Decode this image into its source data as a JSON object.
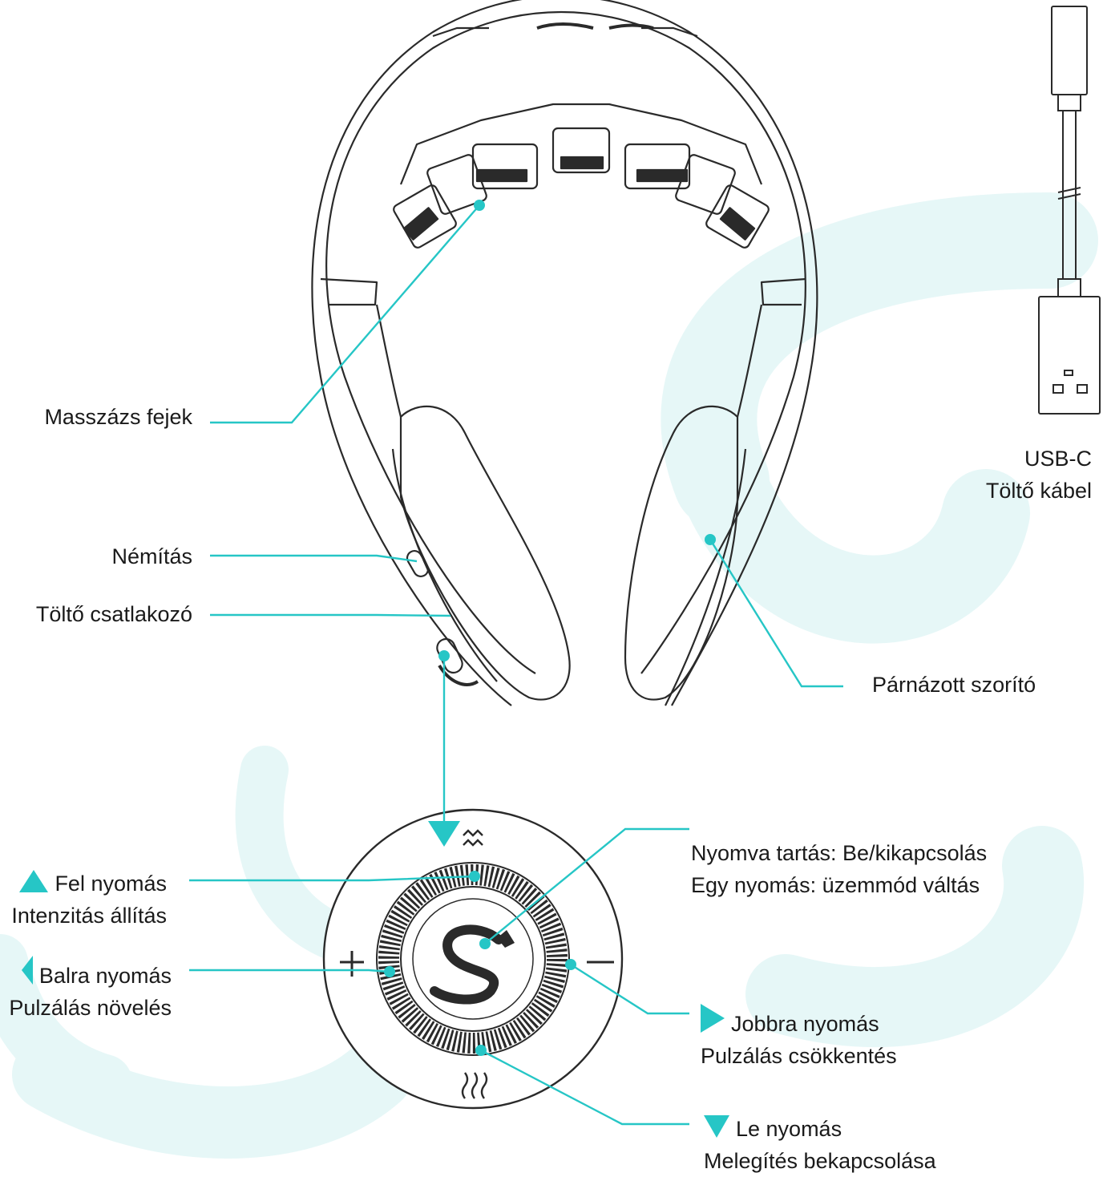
{
  "colors": {
    "accent": "#26c6c6",
    "line": "#2a2a2a",
    "watermark": "#e8f8f8"
  },
  "icons": [
    "pulse-mode-icon",
    "heat-icon",
    "plus-icon",
    "minus-icon",
    "swan-logo-icon",
    "usb-c-cable-icon"
  ],
  "labels": {
    "massage_heads": "Masszázs fejek",
    "mute": "Némítás",
    "charging_port": "Töltő csatlakozó",
    "cushioned_clamp": "Párnázott szorító",
    "cable_line1": "USB-C",
    "cable_line2": "Töltő kábel",
    "center_line1": "Nyomva tartás: Be/kikapcsolás",
    "center_line2": "Egy nyomás: üzemmód váltás",
    "up_line1": "Fel nyomás",
    "up_line2": "Intenzitás állítás",
    "left_line1": "Balra nyomás",
    "left_line2": "Pulzálás növelés",
    "right_line1": "Jobbra nyomás",
    "right_line2": "Pulzálás csökkentés",
    "down_line1": "Le nyomás",
    "down_line2": "Melegítés bekapcsolása"
  }
}
